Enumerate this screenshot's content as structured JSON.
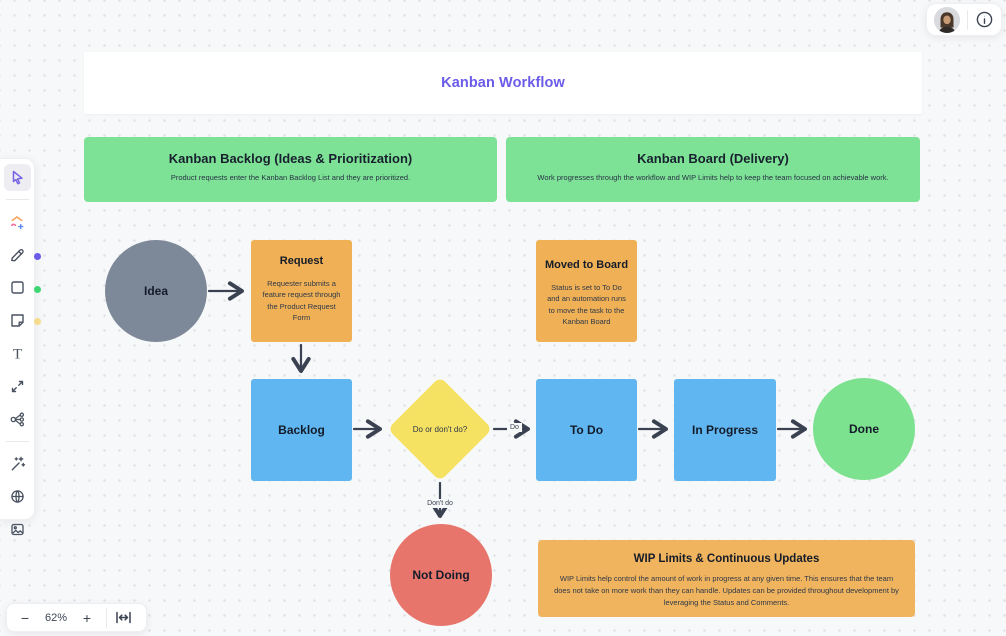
{
  "topbar": {
    "avatar_alt": "user avatar",
    "info_tooltip": "info"
  },
  "zoombar": {
    "minus": "−",
    "level": "62%",
    "plus": "+"
  },
  "sidebar": {
    "tools": [
      "select",
      "shapes-add",
      "pen",
      "rectangle",
      "sticky-note",
      "text",
      "connector",
      "mind-map",
      "ai-wand",
      "web",
      "image"
    ],
    "presence_dots": [
      "#6A5BE8",
      "#3FD672",
      "#F6D36B"
    ]
  },
  "canvas": {
    "title": "Kanban Workflow",
    "sections": [
      {
        "title": "Kanban Backlog (Ideas & Prioritization)",
        "subtitle": "Product requests enter the Kanban Backlog List and they are prioritized."
      },
      {
        "title": "Kanban Board (Delivery)",
        "subtitle": "Work progresses through the workflow and WIP Limits help to keep the team focused on achievable work."
      }
    ],
    "nodes": {
      "idea": {
        "label": "Idea"
      },
      "request": {
        "title": "Request",
        "body": "Requester submits a feature request through the Product Request Form"
      },
      "moved": {
        "title": "Moved to Board",
        "body": "Status is set to To Do and an automation runs to move the task to the Kanban Board"
      },
      "backlog": {
        "label": "Backlog"
      },
      "decision": {
        "label": "Do or don't do?"
      },
      "todo": {
        "label": "To Do"
      },
      "inprogress": {
        "label": "In Progress"
      },
      "done": {
        "label": "Done"
      },
      "notdoing": {
        "label": "Not Doing"
      },
      "wip": {
        "title": "WIP Limits & Continuous Updates",
        "body": "WIP Limits help control the amount of work in progress at any given time. This ensures that the team does not take on more work than they can handle. Updates can be provided throughout development by leveraging the Status and Comments."
      }
    },
    "edge_labels": {
      "do": "Do",
      "dont": "Don't do"
    }
  },
  "colors": {
    "accent_purple": "#6A5BE8",
    "section_green": "#7EE296",
    "card_orange": "#F0B156",
    "node_blue": "#60B6F0",
    "decision_yellow": "#F6E262",
    "idea_gray": "#7D8999",
    "notdoing_red": "#E8756B",
    "done_green": "#7DE28F",
    "arrow": "#3A4150",
    "canvas_bg": "#F7F8F9"
  }
}
